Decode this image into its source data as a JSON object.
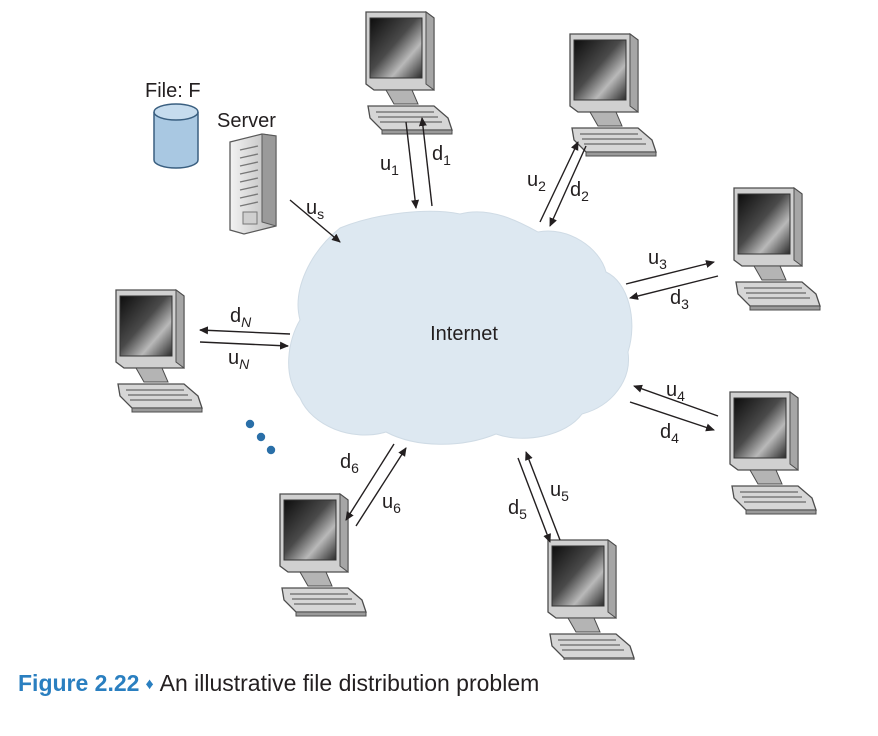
{
  "file_label": "File: F",
  "server_label": "Server",
  "internet_label": "Internet",
  "links": {
    "us": "u",
    "us_sub": "s",
    "u1": "u",
    "u1_sub": "1",
    "d1": "d",
    "d1_sub": "1",
    "u2": "u",
    "u2_sub": "2",
    "d2": "d",
    "d2_sub": "2",
    "u3": "u",
    "u3_sub": "3",
    "d3": "d",
    "d3_sub": "3",
    "u4": "u",
    "u4_sub": "4",
    "d4": "d",
    "d4_sub": "4",
    "u5": "u",
    "u5_sub": "5",
    "d5": "d",
    "d5_sub": "5",
    "u6": "u",
    "u6_sub": "6",
    "d6": "d",
    "d6_sub": "6",
    "uN": "u",
    "uN_sub": "N",
    "dN": "d",
    "dN_sub": "N"
  },
  "caption": {
    "number": "Figure 2.22",
    "diamond": "♦",
    "text": "An illustrative file distribution problem"
  },
  "colors": {
    "accent": "#2a7fc0",
    "cloud": "#dde8f1",
    "cylinder": "#a9c8e2",
    "dots": "#2a6fa8"
  }
}
